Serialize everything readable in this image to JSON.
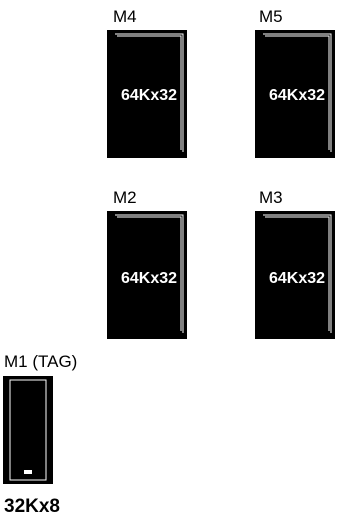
{
  "colors": {
    "block_fill": "#000000",
    "block_outline": "#ffffff",
    "text_on_block": "#ffffff"
  },
  "memories": [
    {
      "name": "M4",
      "size": "64Kx32"
    },
    {
      "name": "M5",
      "size": "64Kx32"
    },
    {
      "name": "M2",
      "size": "64Kx32"
    },
    {
      "name": "M3",
      "size": "64Kx32"
    }
  ],
  "tag_memory": {
    "name": "M1 (TAG)",
    "size": "32Kx8"
  }
}
